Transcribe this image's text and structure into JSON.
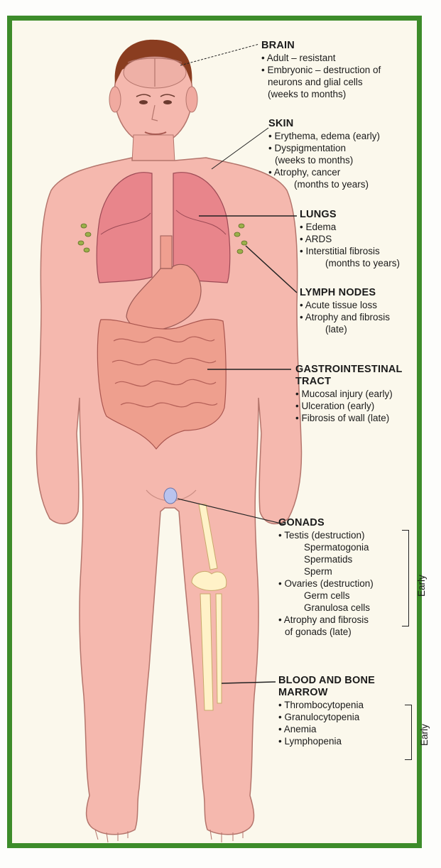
{
  "colors": {
    "frame": "#3d8c2a",
    "skin": "#f5b8ae",
    "organ": "#e8858b",
    "intestine": "#ee9f8e",
    "hair": "#8a3d20",
    "bone": "#fff2c8",
    "lymph": "#9bb04a",
    "gonad": "#b9c3ee"
  },
  "sections": {
    "brain": {
      "heading": "BRAIN",
      "items": [
        "• Adult – resistant",
        "• Embryonic – destruction of",
        "neurons and glial cells",
        "(weeks to months)"
      ]
    },
    "skin": {
      "heading": "SKIN",
      "items": [
        "• Erythema, edema (early)",
        "• Dyspigmentation",
        "(weeks to months)",
        "• Atrophy, cancer",
        "(months to years)"
      ]
    },
    "lungs": {
      "heading": "LUNGS",
      "items": [
        "• Edema",
        "• ARDS",
        "• Interstitial fibrosis",
        "(months to years)"
      ]
    },
    "lymph": {
      "heading": "LYMPH NODES",
      "items": [
        "• Acute tissue loss",
        "• Atrophy and fibrosis",
        "(late)"
      ]
    },
    "gi": {
      "heading1": "GASTROINTESTINAL",
      "heading2": "TRACT",
      "items": [
        "• Mucosal injury (early)",
        "• Ulceration (early)",
        "• Fibrosis of wall (late)"
      ]
    },
    "gonads": {
      "heading": "GONADS",
      "items": [
        "• Testis (destruction)",
        "Spermatogonia",
        "Spermatids",
        "Sperm",
        "• Ovaries (destruction)",
        "Germ cells",
        "Granulosa cells",
        "• Atrophy and fibrosis",
        "of gonads (late)"
      ],
      "bracket_label": "Early"
    },
    "blood": {
      "heading1": "BLOOD AND BONE",
      "heading2": "MARROW",
      "items": [
        "• Thrombocytopenia",
        "• Granulocytopenia",
        "• Anemia",
        "• Lymphopenia"
      ],
      "bracket_label": "Early"
    }
  }
}
